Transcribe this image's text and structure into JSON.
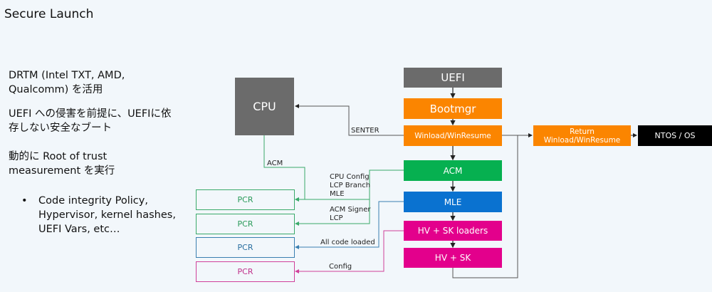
{
  "title": "Secure Launch",
  "left_text": {
    "paragraphs": [
      "DRTM (Intel TXT, AMD, Qualcomm) を活用",
      "UEFI への侵害を前提に、UEFIに依存しない安全なブート",
      "動的に Root of trust measurement を実行"
    ],
    "bullets": [
      "Code integrity Policy, Hypervisor, kernel hashes, UEFI Vars, etc…"
    ]
  },
  "diagram": {
    "cpu": "CPU",
    "uefi": "UEFI",
    "bootmgr": "Bootmgr",
    "winload": "Winload/WinResume",
    "return_winload": "Return Winload/WinResume",
    "ntos": "NTOS / OS",
    "acm": "ACM",
    "mle": "MLE",
    "hv_sk_loaders": "HV + SK loaders",
    "hv_sk": "HV + SK",
    "pcrs": [
      "PCR",
      "PCR",
      "PCR",
      "PCR"
    ],
    "labels": {
      "senter": "SENTER",
      "acm_to_pcr": "ACM",
      "acm_measure": "CPU Config\nLCP Branch\nMLE",
      "acm_signer": "ACM Signer\nLCP",
      "all_code": "All code loaded",
      "config": "Config"
    },
    "colors": {
      "gray": "#6b6b6b",
      "orange": "#fb8500",
      "green": "#06b050",
      "pcr_green": "#3aaa6a",
      "blue": "#0a72d0",
      "pcr_blue": "#3a7fb0",
      "magenta": "#e3008c",
      "pcr_magenta": "#d0409a",
      "black": "#000000"
    }
  }
}
